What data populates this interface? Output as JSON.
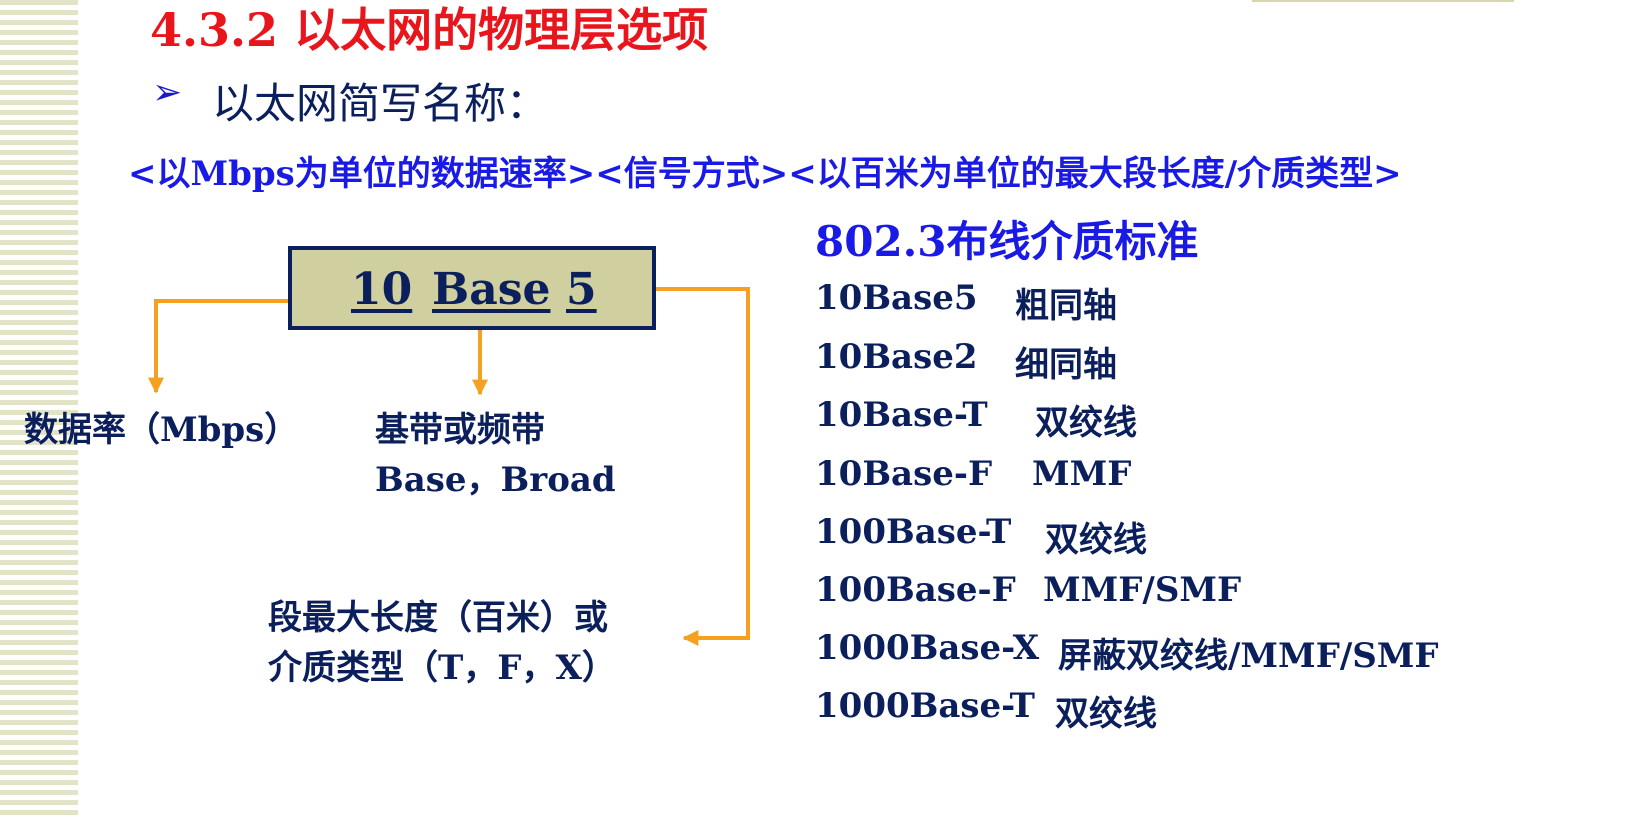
{
  "title": "4.3.2 以太网的物理层选项",
  "bullet_glyph": "➢",
  "subtitle": "以太网简写名称：",
  "format_line": "<以Mbps为单位的数据速率><信号方式><以百米为单位的最大段长度/介质类型>",
  "example": {
    "speed": "10",
    "signal": "Base",
    "length": "5"
  },
  "labels": {
    "speed": "数据率（Mbps）",
    "signal_line1": "基带或频带",
    "signal_line2": "Base，Broad",
    "length_line1": "段最大长度（百米）或",
    "length_line2": "介质类型（T，F，X）"
  },
  "standards": {
    "title": "802.3布线介质标准",
    "rows": [
      {
        "name": "10Base5",
        "medium": "粗同轴"
      },
      {
        "name": "10Base2",
        "medium": "细同轴"
      },
      {
        "name": "10Base-T",
        "medium": "双绞线"
      },
      {
        "name": "10Base-F",
        "medium": "MMF"
      },
      {
        "name": "100Base-T",
        "medium": "双绞线"
      },
      {
        "name": "100Base-F",
        "medium": "MMF/SMF"
      },
      {
        "name": "1000Base-X",
        "medium": "屏蔽双绞线/MMF/SMF"
      },
      {
        "name": "1000Base-T",
        "medium": "双绞线"
      }
    ]
  },
  "colors": {
    "title": "#e8161c",
    "accent": "#1a1ae6",
    "text": "#0a1f5c",
    "arrow": "#f5a020",
    "box": "#cfcfa0"
  }
}
